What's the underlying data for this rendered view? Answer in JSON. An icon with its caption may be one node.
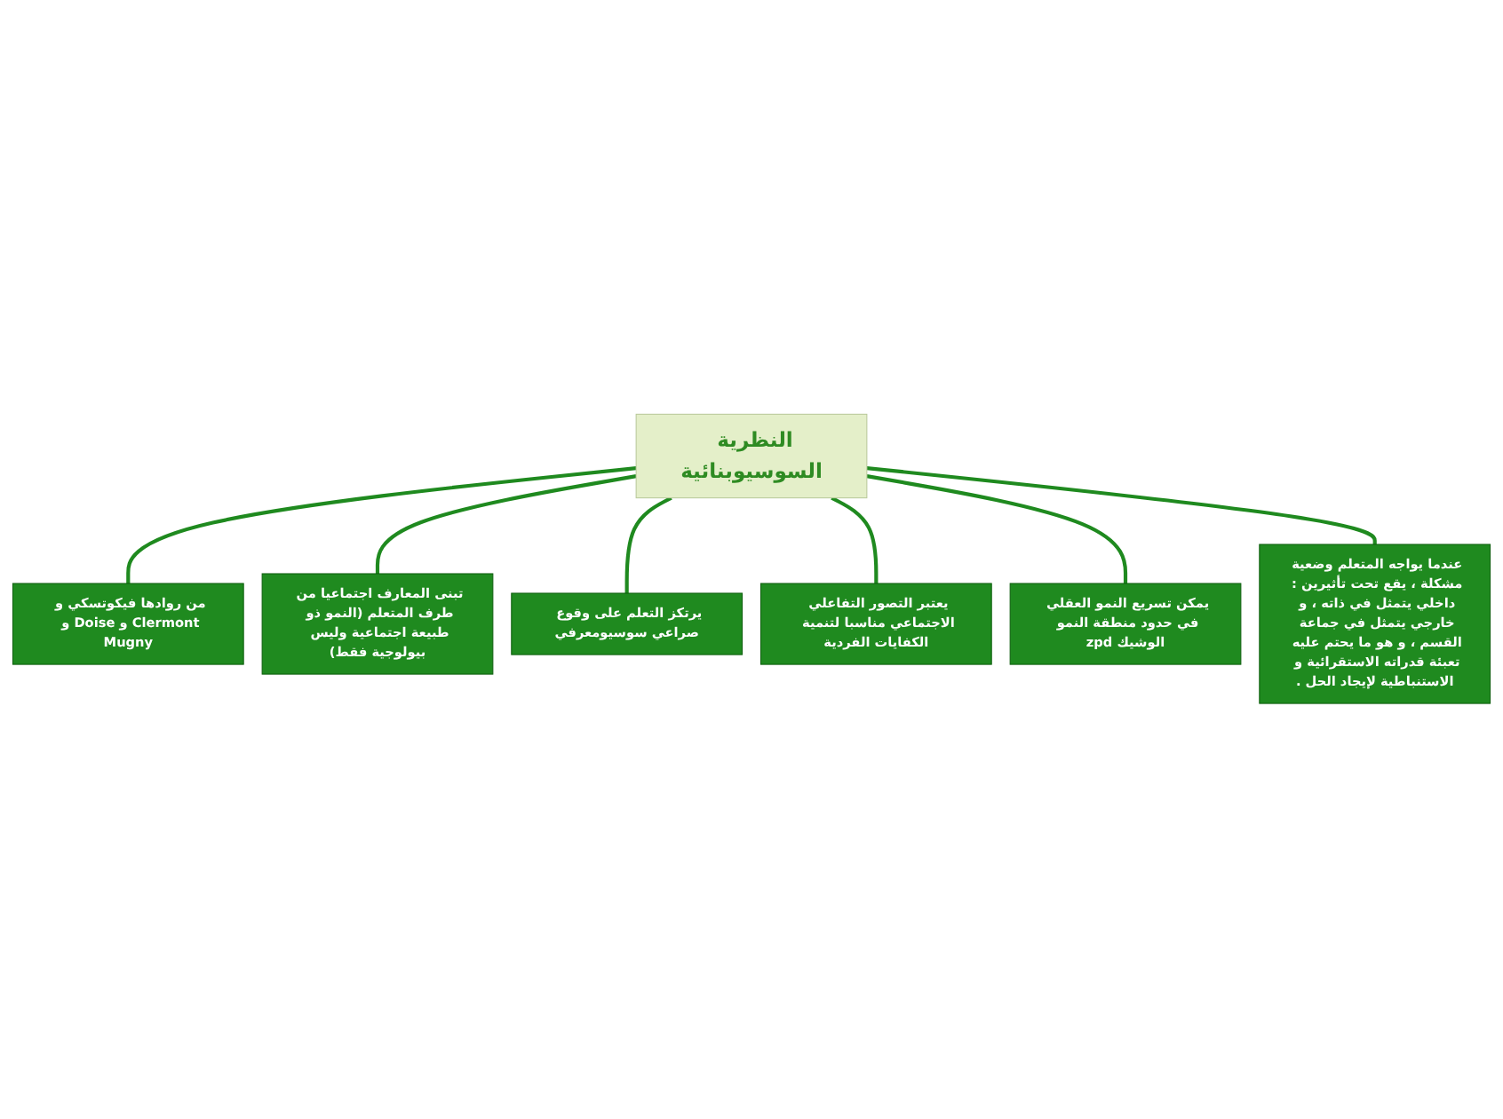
{
  "diagram": {
    "nodes": [
      {
        "text": [
          "النظرية السوسيوبنائية"
        ]
      },
      {
        "text": [
          "من روادها فيكوتسكي و Clermont و Doise و Mugny"
        ]
      },
      {
        "text": [
          "تبنى المعارف اجتماعيا من طرف المتعلم (النمو ذو طبيعة اجتماعية وليس بيولوجية فقط)"
        ]
      },
      {
        "text": [
          "يرتكز التعلم على وقوع صراعي سوسيومعرفي"
        ]
      },
      {
        "text": [
          "يعتبر التصور التفاعلي الاجتماعي مناسبا لتنمية الكفايات الفردية"
        ]
      },
      {
        "text": [
          "يمكن تسريع النمو العقلي في حدود منطقة النمو الوشيك zpd"
        ]
      },
      {
        "text": [
          "عندما يواجه المتعلم وضعية مشكلة ، يقع تحت تأثيرين : داخلي يتمثل في ذاته ، و خارجي يتمثل في جماعة القسم ، و هو ما يحتم عليه تعبئة قدراته الاستقرائية و الاستنباطية لإيجاد الحل ."
        ]
      }
    ],
    "edges": [
      {
        "from": 0,
        "to": 1,
        "arrow": "none"
      },
      {
        "from": 0,
        "to": 2,
        "arrow": "none"
      },
      {
        "from": 0,
        "to": 3,
        "arrow": "none"
      },
      {
        "from": 0,
        "to": 4,
        "arrow": "none"
      },
      {
        "from": 0,
        "to": 5,
        "arrow": "none"
      },
      {
        "from": 0,
        "to": 6,
        "arrow": "none"
      }
    ]
  }
}
